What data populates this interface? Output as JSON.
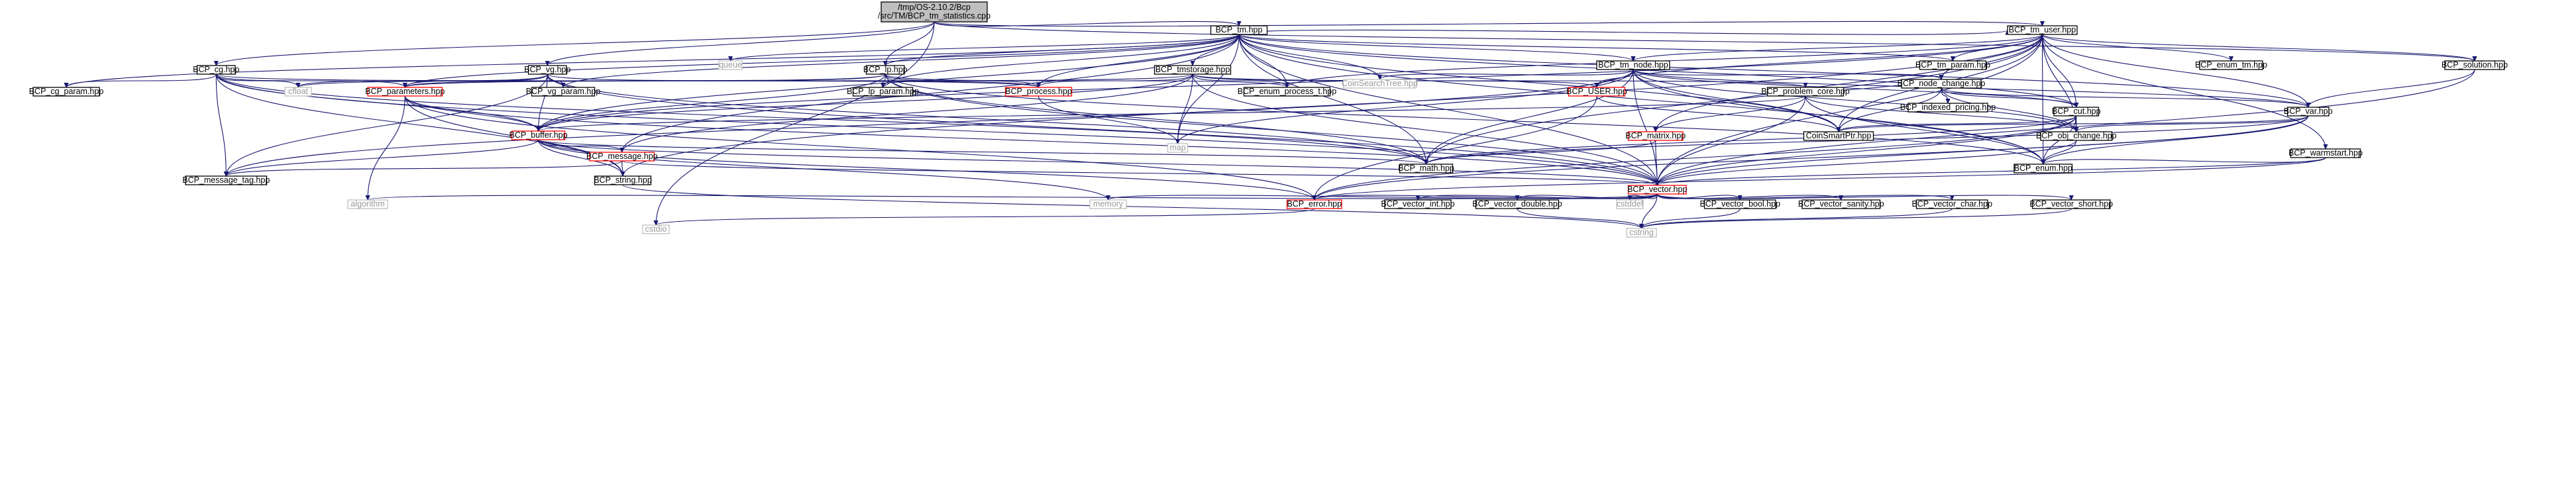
{
  "graph": {
    "edge_color": "#191970",
    "root": "root",
    "nodes": [
      {
        "id": "root",
        "lines": [
          "/tmp/OS-2.10.2/Bcp",
          "/src/TM/BCP_tm_statistics.cpp"
        ],
        "style": "root",
        "fill": "#bfbfbf",
        "border": "#000000"
      },
      {
        "id": "tm",
        "lines": [
          "BCP_tm.hpp"
        ],
        "style": "box",
        "fill": "#ffffff",
        "border": "#000000"
      },
      {
        "id": "tm_user",
        "lines": [
          "BCP_tm_user.hpp"
        ],
        "style": "box",
        "fill": "#ffffff",
        "border": "#000000"
      },
      {
        "id": "solution",
        "lines": [
          "BCP_solution.hpp"
        ],
        "style": "box",
        "fill": "#ffffff",
        "border": "#000000"
      },
      {
        "id": "cg",
        "lines": [
          "BCP_cg.hpp"
        ],
        "style": "box",
        "fill": "#ffffff",
        "border": "#000000"
      },
      {
        "id": "vg",
        "lines": [
          "BCP_vg.hpp"
        ],
        "style": "box",
        "fill": "#ffffff",
        "border": "#000000"
      },
      {
        "id": "lp",
        "lines": [
          "BCP_lp.hpp"
        ],
        "style": "box",
        "fill": "#ffffff",
        "border": "#000000"
      },
      {
        "id": "tmstorage",
        "lines": [
          "BCP_tmstorage.hpp"
        ],
        "style": "box",
        "fill": "#ffffff",
        "border": "#000000"
      },
      {
        "id": "queue",
        "lines": [
          "queue"
        ],
        "style": "plain",
        "fill": "#ffffff",
        "border": "#bfbfbf"
      },
      {
        "id": "tm_node",
        "lines": [
          "BCP_tm_node.hpp"
        ],
        "style": "box",
        "fill": "#ffffff",
        "border": "#000000"
      },
      {
        "id": "coinsearchtree",
        "lines": [
          "CoinSearchTree.hpp"
        ],
        "style": "plain",
        "fill": "#ffffff",
        "border": "#bfbfbf"
      },
      {
        "id": "tm_param",
        "lines": [
          "BCP_tm_param.hpp"
        ],
        "style": "box",
        "fill": "#ffffff",
        "border": "#000000"
      },
      {
        "id": "enum_tm",
        "lines": [
          "BCP_enum_tm.hpp"
        ],
        "style": "box",
        "fill": "#ffffff",
        "border": "#000000"
      },
      {
        "id": "cg_param",
        "lines": [
          "BCP_cg_param.hpp"
        ],
        "style": "box",
        "fill": "#ffffff",
        "border": "#000000"
      },
      {
        "id": "cfloat",
        "lines": [
          "cfloat"
        ],
        "style": "plain",
        "fill": "#ffffff",
        "border": "#bfbfbf"
      },
      {
        "id": "parameters",
        "lines": [
          "BCP_parameters.hpp"
        ],
        "style": "red",
        "fill": "#ffffff",
        "border": "#ff0000"
      },
      {
        "id": "vg_param",
        "lines": [
          "BCP_vg_param.hpp"
        ],
        "style": "box",
        "fill": "#ffffff",
        "border": "#000000"
      },
      {
        "id": "lp_param",
        "lines": [
          "BCP_lp_param.hpp"
        ],
        "style": "box",
        "fill": "#ffffff",
        "border": "#000000"
      },
      {
        "id": "process",
        "lines": [
          "BCP_process.hpp"
        ],
        "style": "red",
        "fill": "#ffffff",
        "border": "#ff0000"
      },
      {
        "id": "enum_process",
        "lines": [
          "BCP_enum_process_t.hpp"
        ],
        "style": "box",
        "fill": "#ffffff",
        "border": "#000000"
      },
      {
        "id": "user",
        "lines": [
          "BCP_USER.hpp"
        ],
        "style": "red",
        "fill": "#ffffff",
        "border": "#ff0000"
      },
      {
        "id": "problem_core",
        "lines": [
          "BCP_problem_core.hpp"
        ],
        "style": "box",
        "fill": "#ffffff",
        "border": "#000000"
      },
      {
        "id": "node_change",
        "lines": [
          "BCP_node_change.hpp"
        ],
        "style": "box",
        "fill": "#ffffff",
        "border": "#000000"
      },
      {
        "id": "indexed_pricing",
        "lines": [
          "BCP_indexed_pricing.hpp"
        ],
        "style": "box",
        "fill": "#ffffff",
        "border": "#000000"
      },
      {
        "id": "cut",
        "lines": [
          "BCP_cut.hpp"
        ],
        "style": "box",
        "fill": "#ffffff",
        "border": "#000000"
      },
      {
        "id": "var",
        "lines": [
          "BCP_var.hpp"
        ],
        "style": "box",
        "fill": "#ffffff",
        "border": "#000000"
      },
      {
        "id": "buffer",
        "lines": [
          "BCP_buffer.hpp"
        ],
        "style": "red",
        "fill": "#ffffff",
        "border": "#ff0000"
      },
      {
        "id": "map",
        "lines": [
          "map"
        ],
        "style": "plain",
        "fill": "#ffffff",
        "border": "#bfbfbf"
      },
      {
        "id": "coinsmartptr",
        "lines": [
          "CoinSmartPtr.hpp"
        ],
        "style": "box",
        "fill": "#ffffff",
        "border": "#000000"
      },
      {
        "id": "matrix",
        "lines": [
          "BCP_matrix.hpp"
        ],
        "style": "red",
        "fill": "#ffffff",
        "border": "#ff0000"
      },
      {
        "id": "obj_change",
        "lines": [
          "BCP_obj_change.hpp"
        ],
        "style": "box",
        "fill": "#ffffff",
        "border": "#000000"
      },
      {
        "id": "warmstart",
        "lines": [
          "BCP_warmstart.hpp"
        ],
        "style": "box",
        "fill": "#ffffff",
        "border": "#000000"
      },
      {
        "id": "message",
        "lines": [
          "BCP_message.hpp"
        ],
        "style": "red",
        "fill": "#ffffff",
        "border": "#ff0000"
      },
      {
        "id": "math",
        "lines": [
          "BCP_math.hpp"
        ],
        "style": "box",
        "fill": "#ffffff",
        "border": "#000000"
      },
      {
        "id": "enum",
        "lines": [
          "BCP_enum.hpp"
        ],
        "style": "box",
        "fill": "#ffffff",
        "border": "#000000"
      },
      {
        "id": "message_tag",
        "lines": [
          "BCP_message_tag.hpp"
        ],
        "style": "box",
        "fill": "#ffffff",
        "border": "#000000"
      },
      {
        "id": "string",
        "lines": [
          "BCP_string.hpp"
        ],
        "style": "box",
        "fill": "#ffffff",
        "border": "#000000"
      },
      {
        "id": "vector",
        "lines": [
          "BCP_vector.hpp"
        ],
        "style": "red",
        "fill": "#ffffff",
        "border": "#ff0000"
      },
      {
        "id": "algorithm",
        "lines": [
          "algorithm"
        ],
        "style": "plain",
        "fill": "#ffffff",
        "border": "#bfbfbf"
      },
      {
        "id": "memory",
        "lines": [
          "memory"
        ],
        "style": "plain",
        "fill": "#ffffff",
        "border": "#bfbfbf"
      },
      {
        "id": "error",
        "lines": [
          "BCP_error.hpp"
        ],
        "style": "red",
        "fill": "#ffffff",
        "border": "#ff0000"
      },
      {
        "id": "vector_int",
        "lines": [
          "BCP_vector_int.hpp"
        ],
        "style": "box",
        "fill": "#ffffff",
        "border": "#000000"
      },
      {
        "id": "vector_double",
        "lines": [
          "BCP_vector_double.hpp"
        ],
        "style": "box",
        "fill": "#ffffff",
        "border": "#000000"
      },
      {
        "id": "cstddef",
        "lines": [
          "cstddef"
        ],
        "style": "plain",
        "fill": "#ffffff",
        "border": "#bfbfbf"
      },
      {
        "id": "vector_bool",
        "lines": [
          "BCP_vector_bool.hpp"
        ],
        "style": "box",
        "fill": "#ffffff",
        "border": "#000000"
      },
      {
        "id": "vector_sanity",
        "lines": [
          "BCP_vector_sanity.hpp"
        ],
        "style": "box",
        "fill": "#ffffff",
        "border": "#000000"
      },
      {
        "id": "vector_char",
        "lines": [
          "BCP_vector_char.hpp"
        ],
        "style": "box",
        "fill": "#ffffff",
        "border": "#000000"
      },
      {
        "id": "vector_short",
        "lines": [
          "BCP_vector_short.hpp"
        ],
        "style": "box",
        "fill": "#ffffff",
        "border": "#000000"
      },
      {
        "id": "cstdio",
        "lines": [
          "cstdio"
        ],
        "style": "plain",
        "fill": "#ffffff",
        "border": "#bfbfbf"
      },
      {
        "id": "cstring",
        "lines": [
          "cstring"
        ],
        "style": "plain",
        "fill": "#ffffff",
        "border": "#bfbfbf"
      }
    ],
    "edges": [
      [
        "root",
        "tm"
      ],
      [
        "root",
        "tm_user"
      ],
      [
        "root",
        "solution"
      ],
      [
        "root",
        "cg"
      ],
      [
        "root",
        "vg"
      ],
      [
        "root",
        "lp"
      ],
      [
        "root",
        "cstdio"
      ],
      [
        "tm",
        "tm_user"
      ],
      [
        "tm",
        "queue"
      ],
      [
        "tm",
        "tm_node"
      ],
      [
        "tm",
        "coinsearchtree"
      ],
      [
        "tm",
        "tm_param"
      ],
      [
        "tm",
        "tmstorage"
      ],
      [
        "tm",
        "lp"
      ],
      [
        "tm",
        "cg_param"
      ],
      [
        "tm",
        "vg_param"
      ],
      [
        "tm",
        "lp_param"
      ],
      [
        "tm",
        "process"
      ],
      [
        "tm",
        "enum_process"
      ],
      [
        "tm",
        "parameters"
      ],
      [
        "tm",
        "buffer"
      ],
      [
        "tm",
        "map"
      ],
      [
        "tm",
        "message"
      ],
      [
        "tm",
        "coinsmartptr"
      ],
      [
        "tm",
        "enum"
      ],
      [
        "tm",
        "math"
      ],
      [
        "tm",
        "vector"
      ],
      [
        "tm",
        "var"
      ],
      [
        "tm",
        "cut"
      ],
      [
        "tm_user",
        "tm_param"
      ],
      [
        "tm_user",
        "enum_tm"
      ],
      [
        "tm_user",
        "solution"
      ],
      [
        "tm_user",
        "tm_node"
      ],
      [
        "tm_user",
        "node_change"
      ],
      [
        "tm_user",
        "cut"
      ],
      [
        "tm_user",
        "var"
      ],
      [
        "tm_user",
        "warmstart"
      ],
      [
        "tm_user",
        "user"
      ],
      [
        "tm_user",
        "enum_process"
      ],
      [
        "tm_user",
        "math"
      ],
      [
        "tm_user",
        "vector"
      ],
      [
        "tm_user",
        "string"
      ],
      [
        "tm_user",
        "buffer"
      ],
      [
        "tm_user",
        "obj_change"
      ],
      [
        "tm_user",
        "matrix"
      ],
      [
        "tm_user",
        "coinsmartptr"
      ],
      [
        "tm_user",
        "enum"
      ],
      [
        "solution",
        "var"
      ],
      [
        "solution",
        "vector"
      ],
      [
        "tm_node",
        "coinsearchtree"
      ],
      [
        "tm_node",
        "node_change"
      ],
      [
        "tm_node",
        "user"
      ],
      [
        "tm_node",
        "map"
      ],
      [
        "tm_node",
        "math"
      ],
      [
        "tm_node",
        "vector"
      ],
      [
        "tm_node",
        "message_tag"
      ],
      [
        "tm_node",
        "coinsmartptr"
      ],
      [
        "tm_node",
        "obj_change"
      ],
      [
        "tm_node",
        "cut"
      ],
      [
        "tm_node",
        "var"
      ],
      [
        "tm_node",
        "enum"
      ],
      [
        "cg",
        "cg_param"
      ],
      [
        "cg",
        "cfloat"
      ],
      [
        "cg",
        "parameters"
      ],
      [
        "cg",
        "buffer"
      ],
      [
        "cg",
        "message_tag"
      ],
      [
        "cg",
        "math"
      ],
      [
        "cg",
        "vector"
      ],
      [
        "cg",
        "string"
      ],
      [
        "cg",
        "process"
      ],
      [
        "vg",
        "vg_param"
      ],
      [
        "vg",
        "cfloat"
      ],
      [
        "vg",
        "parameters"
      ],
      [
        "vg",
        "buffer"
      ],
      [
        "vg",
        "message_tag"
      ],
      [
        "vg",
        "math"
      ],
      [
        "vg",
        "vector"
      ],
      [
        "vg",
        "process"
      ],
      [
        "lp",
        "lp_param"
      ],
      [
        "lp",
        "process"
      ],
      [
        "lp",
        "enum_process"
      ],
      [
        "lp",
        "parameters"
      ],
      [
        "lp",
        "buffer"
      ],
      [
        "lp",
        "enum"
      ],
      [
        "lp",
        "math"
      ],
      [
        "lp",
        "vector"
      ],
      [
        "lp",
        "cfloat"
      ],
      [
        "tmstorage",
        "enum_process"
      ],
      [
        "tmstorage",
        "process"
      ],
      [
        "tmstorage",
        "user"
      ],
      [
        "tmstorage",
        "problem_core"
      ],
      [
        "tmstorage",
        "map"
      ],
      [
        "tmstorage",
        "buffer"
      ],
      [
        "tmstorage",
        "message"
      ],
      [
        "tmstorage",
        "parameters"
      ],
      [
        "tmstorage",
        "vector"
      ],
      [
        "parameters",
        "buffer"
      ],
      [
        "parameters",
        "string"
      ],
      [
        "parameters",
        "vector"
      ],
      [
        "parameters",
        "algorithm"
      ],
      [
        "parameters",
        "error"
      ],
      [
        "process",
        "map"
      ],
      [
        "user",
        "coinsmartptr"
      ],
      [
        "user",
        "error"
      ],
      [
        "problem_core",
        "matrix"
      ],
      [
        "problem_core",
        "vector"
      ],
      [
        "problem_core",
        "buffer"
      ],
      [
        "problem_core",
        "obj_change"
      ],
      [
        "problem_core",
        "enum"
      ],
      [
        "node_change",
        "indexed_pricing"
      ],
      [
        "node_change",
        "obj_change"
      ],
      [
        "node_change",
        "coinsmartptr"
      ],
      [
        "node_change",
        "var"
      ],
      [
        "node_change",
        "cut"
      ],
      [
        "node_change",
        "problem_core"
      ],
      [
        "cut",
        "coinsmartptr"
      ],
      [
        "cut",
        "obj_change"
      ],
      [
        "cut",
        "enum"
      ],
      [
        "cut",
        "vector"
      ],
      [
        "cut",
        "math"
      ],
      [
        "cut",
        "error"
      ],
      [
        "var",
        "coinsmartptr"
      ],
      [
        "var",
        "obj_change"
      ],
      [
        "var",
        "enum"
      ],
      [
        "var",
        "vector"
      ],
      [
        "var",
        "math"
      ],
      [
        "var",
        "error"
      ],
      [
        "buffer",
        "message_tag"
      ],
      [
        "buffer",
        "message"
      ],
      [
        "buffer",
        "string"
      ],
      [
        "buffer",
        "vector"
      ],
      [
        "buffer",
        "math"
      ],
      [
        "buffer",
        "error"
      ],
      [
        "buffer",
        "memory"
      ],
      [
        "matrix",
        "vector"
      ],
      [
        "matrix",
        "math"
      ],
      [
        "obj_change",
        "enum"
      ],
      [
        "obj_change",
        "vector"
      ],
      [
        "warmstart",
        "vector"
      ],
      [
        "warmstart",
        "error"
      ],
      [
        "warmstart",
        "enum"
      ],
      [
        "message",
        "message_tag"
      ],
      [
        "message",
        "string"
      ],
      [
        "message",
        "vector"
      ],
      [
        "string",
        "cstring"
      ],
      [
        "vector",
        "memory"
      ],
      [
        "vector",
        "algorithm"
      ],
      [
        "vector",
        "cstddef"
      ],
      [
        "vector",
        "cstring"
      ],
      [
        "vector",
        "error"
      ],
      [
        "vector",
        "vector_int"
      ],
      [
        "vector",
        "vector_double"
      ],
      [
        "vector",
        "vector_bool"
      ],
      [
        "vector",
        "vector_sanity"
      ],
      [
        "vector",
        "vector_char"
      ],
      [
        "vector",
        "vector_short"
      ],
      [
        "error",
        "cstdio"
      ],
      [
        "vector_bool",
        "cstring"
      ],
      [
        "vector_double",
        "cstring"
      ],
      [
        "vector_char",
        "cstring"
      ],
      [
        "vector_short",
        "cstring"
      ]
    ]
  }
}
